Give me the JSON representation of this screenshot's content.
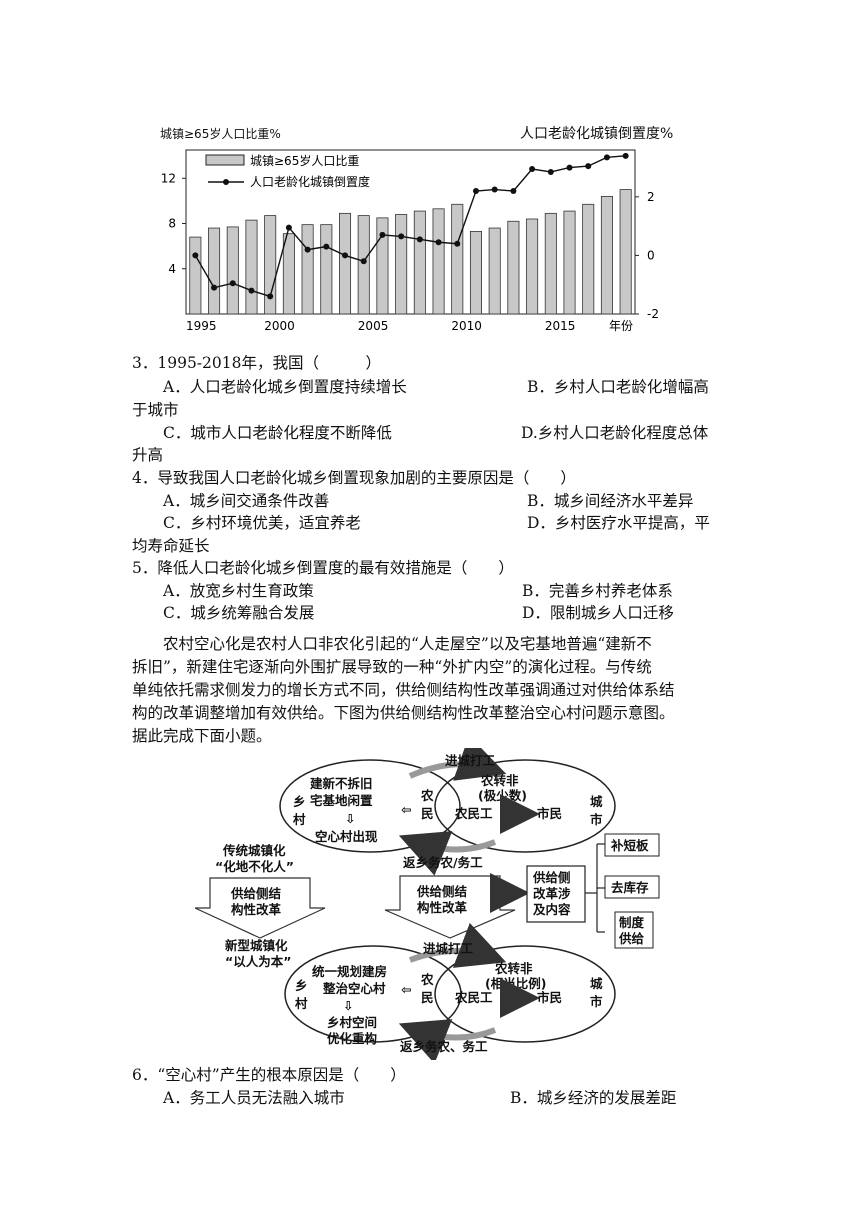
{
  "chart_data": {
    "type": "bar",
    "left_axis_title": "城镇≥65岁人口比重%",
    "right_axis_title": "人口老龄化城镇倒置度%",
    "legend": [
      "城镇≥65岁人口比重",
      "人口老龄化城镇倒置度"
    ],
    "x_tick_labels": [
      "1995",
      "2000",
      "2005",
      "2010",
      "2015",
      "年份"
    ],
    "left_ticks": [
      "4",
      "8",
      "12"
    ],
    "right_ticks": [
      "-2",
      "0",
      "2"
    ],
    "ylim_left": [
      0,
      14.5
    ],
    "ylim_right": [
      -2,
      3.6
    ],
    "years": [
      1995,
      1996,
      1997,
      1998,
      1999,
      2000,
      2001,
      2002,
      2003,
      2004,
      2005,
      2006,
      2007,
      2008,
      2009,
      2010,
      2011,
      2012,
      2013,
      2014,
      2015,
      2016,
      2017,
      2018
    ],
    "series": [
      {
        "name": "城镇≥65岁人口比重",
        "axis": "left",
        "values": [
          6.8,
          7.6,
          7.7,
          8.3,
          8.7,
          7.1,
          7.9,
          7.9,
          8.9,
          8.7,
          8.5,
          8.8,
          9.1,
          9.3,
          9.7,
          7.3,
          7.6,
          8.2,
          8.4,
          8.9,
          9.1,
          9.7,
          10.4,
          11.0
        ]
      },
      {
        "name": "人口老龄化城镇倒置度",
        "axis": "right",
        "values": [
          0.0,
          -1.1,
          -0.95,
          -1.2,
          -1.4,
          0.95,
          0.2,
          0.3,
          0.0,
          -0.2,
          0.7,
          0.65,
          0.55,
          0.45,
          0.4,
          2.2,
          2.25,
          2.2,
          2.95,
          2.85,
          3.0,
          3.05,
          3.35,
          3.4
        ]
      }
    ]
  },
  "q3": {
    "stem": "3．1995-2018年，我国（　　　）",
    "a": "A．人口老龄化城乡倒置度持续增长",
    "b": "B．乡村人口老龄化增幅高",
    "b_cont": "于城市",
    "c": "C．城市人口老龄化程度不断降低",
    "d": "D.乡村人口老龄化程度总体",
    "d_cont": "升高"
  },
  "q4": {
    "stem": "4．导致我国人口老龄化城乡倒置现象加剧的主要原因是（　　）",
    "a": "A．城乡间交通条件改善",
    "b": "B．城乡间经济水平差异",
    "c": "C．乡村环境优美，适宜养老",
    "d": "D．乡村医疗水平提高，平",
    "d_cont": "均寿命延长"
  },
  "q5": {
    "stem": "5．降低人口老龄化城乡倒置度的最有效措施是（　　）",
    "a": "A．放宽乡村生育政策",
    "b": "B．完善乡村养老体系",
    "c": "C．城乡统筹融合发展",
    "d": "D．限制城乡人口迁移"
  },
  "passage": {
    "line1": "农村空心化是农村人口非农化引起的“人走屋空”以及宅基地普遍“建新不",
    "line2": "拆旧”，新建住宅逐渐向外围扩展导致的一种“外扩内空”的演化过程。与传统",
    "line3": "单纯依托需求侧发力的增长方式不同，供给侧结构性改革强调通过对供给体系结",
    "line4": "构的改革调整增加有效供给。下图为供给侧结构性改革整治空心村问题示意图。",
    "line5": "据此完成下面小题。"
  },
  "diagram": {
    "top_in": "进城打工",
    "top_out": "返乡务农/务工",
    "bottom_in": "进城打工",
    "bottom_out": "返乡务农、务工",
    "village_top_1": "建新不拆旧",
    "village_top_2": "宅基地闲置",
    "village_top_3": "空心村出现",
    "village_bot_1": "统一规划建房",
    "village_bot_2": "整治空心村",
    "village_bot_3": "乡村空间",
    "village_bot_4": "优化重构",
    "xiang": "乡",
    "cun": "村",
    "nong": "农",
    "min": "民",
    "cheng": "城",
    "shi": "市",
    "nongzhuanfei": "农转非",
    "few": "(极少数)",
    "proportion": "(相当比例)",
    "nongmingong": "农民工",
    "shimin": "市民",
    "trad_1": "传统城镇化",
    "trad_2": "“化地不化人”",
    "reform_1": "供给侧结",
    "reform_2": "构性改革",
    "new_1": "新型城镇化",
    "new_2": "“以人为本”",
    "content_1": "供给侧",
    "content_2": "改革涉",
    "content_3": "及内容",
    "item1": "补短板",
    "item2": "去库存",
    "item3_1": "制度",
    "item3_2": "供给"
  },
  "q6": {
    "stem": "6．“空心村”产生的根本原因是（　　）",
    "a": "A．务工人员无法融入城市",
    "b": "B．城乡经济的发展差距"
  }
}
